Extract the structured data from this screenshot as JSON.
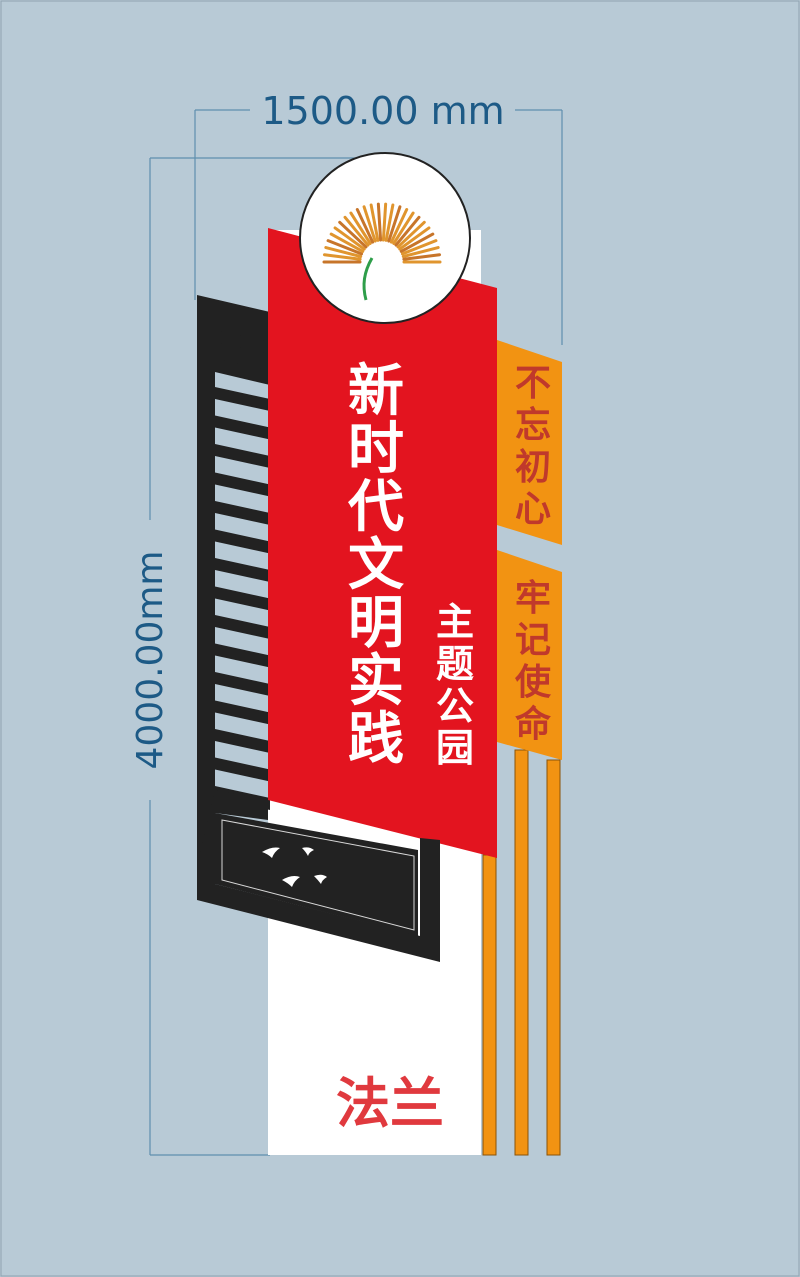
{
  "dimensions": {
    "width_label": "1500.00 mm",
    "height_label": "4000.00mm"
  },
  "sign": {
    "main_title_chars": [
      "新",
      "时",
      "代",
      "文",
      "明",
      "实",
      "践"
    ],
    "subtitle_chars": [
      "主",
      "题",
      "公",
      "园"
    ],
    "side_panel_1_chars": [
      "不",
      "忘",
      "初",
      "心"
    ],
    "side_panel_2_chars": [
      "牢",
      "记",
      "使",
      "命"
    ],
    "base_label": "法兰"
  },
  "colors": {
    "background": "#b8cad6",
    "red_panel": "#e3141f",
    "orange_panel": "#f29312",
    "dark_frame": "#222222",
    "white_column": "#ffffff",
    "dimension_line": "#1d5a86",
    "base_text": "#e0393e"
  },
  "icons": {
    "logo": "dandelion-logo-icon",
    "birds": "flying-birds-icon"
  }
}
